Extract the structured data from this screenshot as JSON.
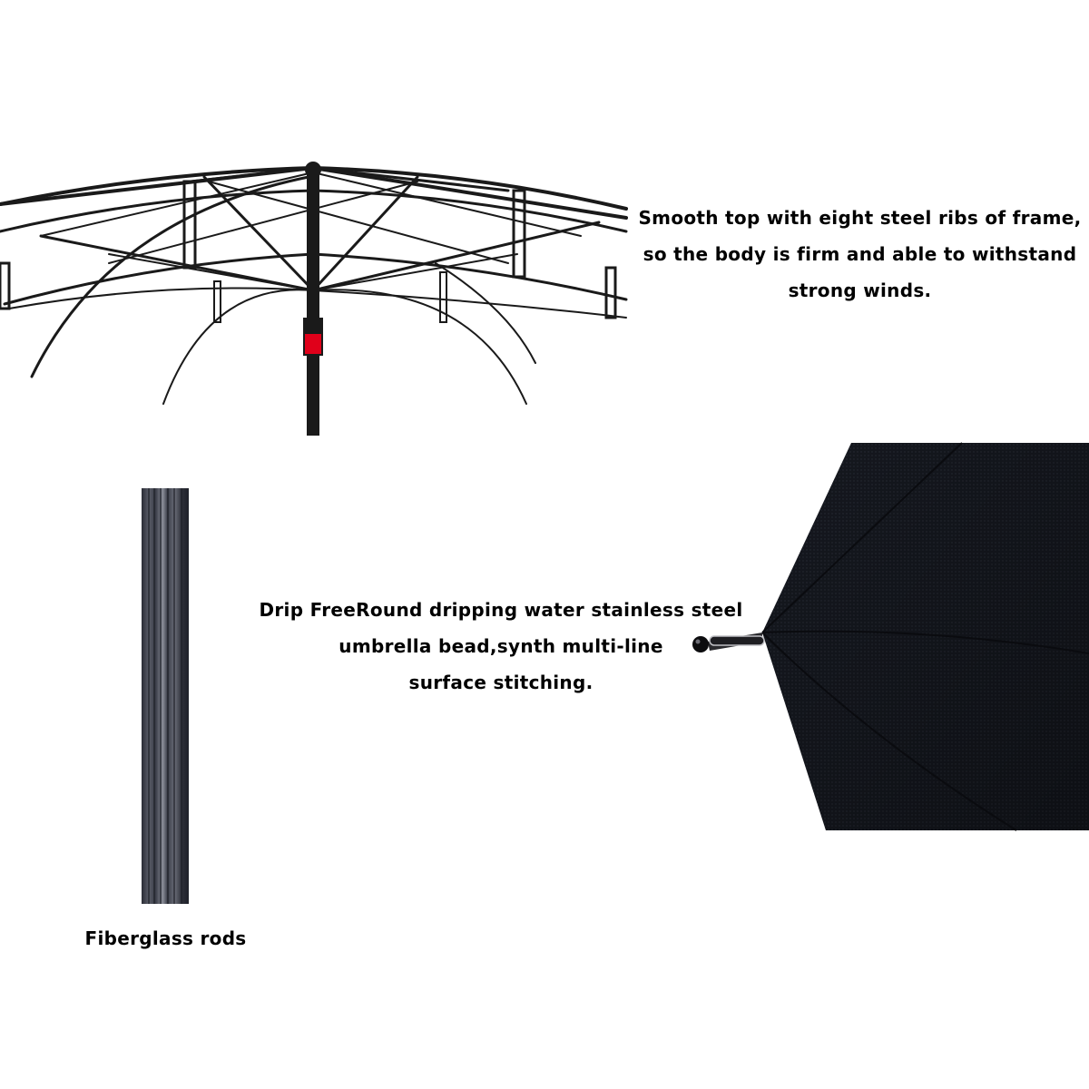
{
  "captions": {
    "frame": {
      "line1": "Smooth top with eight steel ribs of frame,",
      "line2": "so the body is firm and able to withstand",
      "line3": "strong winds."
    },
    "tip": {
      "line1": "Drip FreeRound dripping water stainless steel",
      "line2": "umbrella bead,synth multi-line",
      "line3": "surface stitching."
    },
    "rods": {
      "label": "Fiberglass rods"
    }
  },
  "colors": {
    "frame_metal": "#1a1a1a",
    "runner_accent": "#e0001a",
    "canopy_fabric": "#15181f",
    "rod_body": "#3a3d48",
    "rod_highlight": "#8a8d98"
  },
  "icons": {
    "frame": "umbrella-frame-illustration",
    "rod": "fiberglass-rod-illustration",
    "tip": "umbrella-canopy-tip-illustration"
  }
}
